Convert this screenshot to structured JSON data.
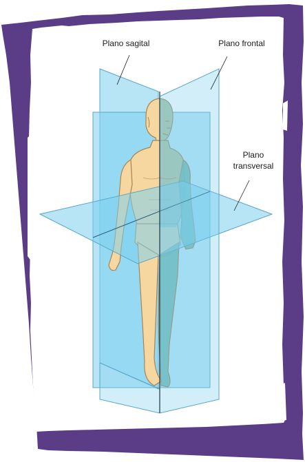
{
  "labels": {
    "sagital": "Plano sagital",
    "frontal": "Plano frontal",
    "transversal_1": "Plano",
    "transversal_2": "transversal"
  },
  "colors": {
    "frame": "#5a3d86",
    "paper": "#ffffff",
    "plane_fill": "#7ccfee",
    "plane_edge": "#5aa6c6",
    "skin": "#f7d7a0",
    "skin_outline": "#a88352",
    "skin_shaded": "#6fb5b0"
  }
}
